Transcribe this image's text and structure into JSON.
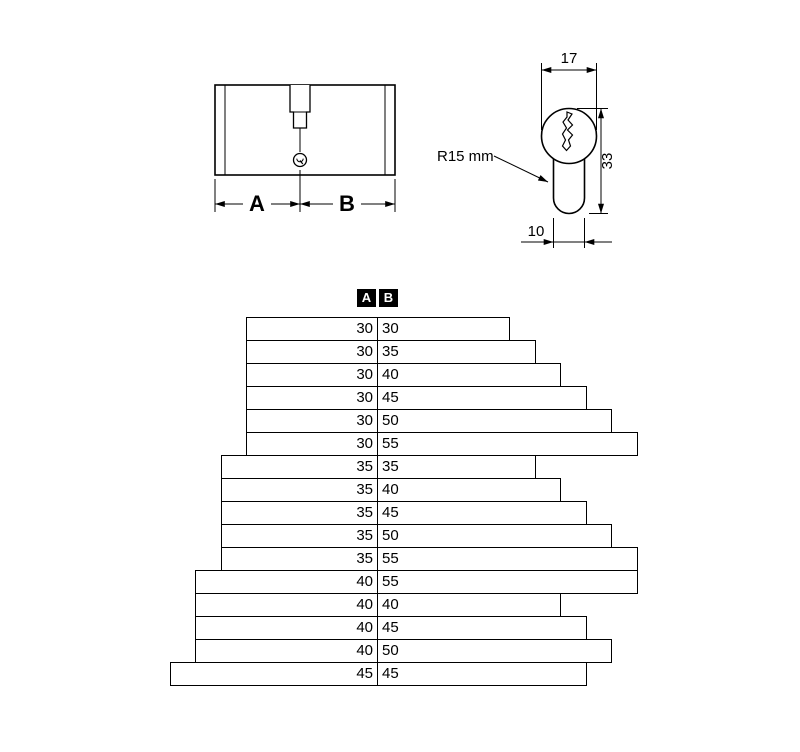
{
  "colors": {
    "ink": "#000000",
    "background": "#ffffff"
  },
  "side_view": {
    "label_a": "A",
    "label_b": "B"
  },
  "profile_view": {
    "dim_width": "17",
    "dim_height": "33",
    "dim_bottom_width": "10",
    "dim_radius": "R15 mm"
  },
  "size_table": {
    "header": {
      "a": "A",
      "b": "B"
    },
    "rows": [
      {
        "a": "30",
        "b": "30"
      },
      {
        "a": "30",
        "b": "35"
      },
      {
        "a": "30",
        "b": "40"
      },
      {
        "a": "30",
        "b": "45"
      },
      {
        "a": "30",
        "b": "50"
      },
      {
        "a": "30",
        "b": "55"
      },
      {
        "a": "35",
        "b": "35"
      },
      {
        "a": "35",
        "b": "40"
      },
      {
        "a": "35",
        "b": "45"
      },
      {
        "a": "35",
        "b": "50"
      },
      {
        "a": "35",
        "b": "55"
      },
      {
        "a": "40",
        "b": "55"
      },
      {
        "a": "40",
        "b": "40"
      },
      {
        "a": "40",
        "b": "45"
      },
      {
        "a": "40",
        "b": "50"
      },
      {
        "a": "45",
        "b": "45"
      }
    ]
  }
}
